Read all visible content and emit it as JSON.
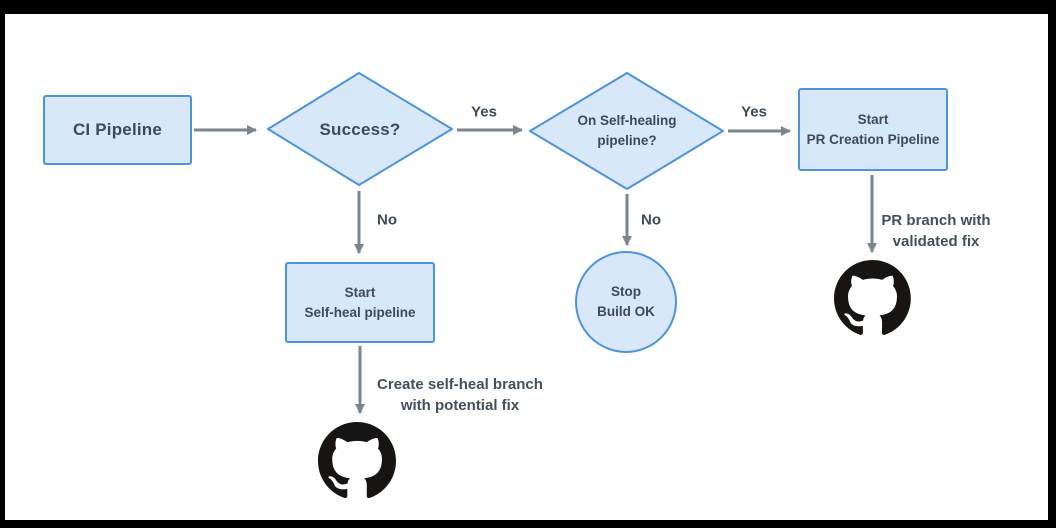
{
  "diagram": {
    "title": "",
    "palette": {
      "frame_bg": "#000000",
      "surface_bg": "#ffffff",
      "node_fill": "#d8e8f8",
      "node_stroke": "#4c93d9",
      "arrow_gray": "#7b858c",
      "text_slate": "#3d4b58",
      "github_black": "#181412"
    },
    "nodes": {
      "ci_pipeline": {
        "label": "CI Pipeline"
      },
      "success_decision": {
        "label": "Success?"
      },
      "self_healing_decision": {
        "line1": "On Self-healing",
        "line2": "pipeline?"
      },
      "start_pr_pipeline": {
        "line1": "Start",
        "line2": "PR Creation Pipeline"
      },
      "start_self_heal_pipeline": {
        "line1": "Start",
        "line2": "Self-heal pipeline"
      },
      "stop_build_ok": {
        "line1": "Stop",
        "line2": "Build OK"
      }
    },
    "edge_labels": {
      "success_yes": "Yes",
      "success_no": "No",
      "self_healing_yes": "Yes",
      "self_healing_no": "No"
    },
    "captions": {
      "self_heal_branch": {
        "line1": "Create self-heal branch",
        "line2": "with potential fix"
      },
      "pr_branch": {
        "line1": "PR branch with",
        "line2": "validated fix"
      }
    },
    "icons": {
      "left_output": "github-octocat-icon",
      "right_output": "github-octocat-icon"
    }
  }
}
